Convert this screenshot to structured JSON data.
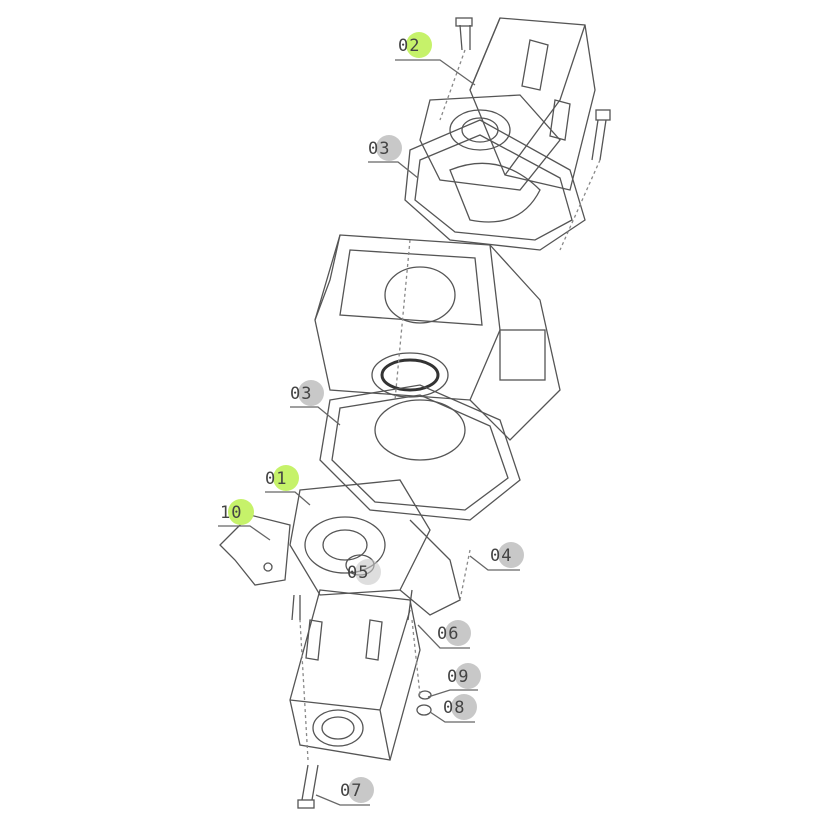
{
  "colors": {
    "highlight_green": "#c6f26a",
    "highlight_gray": "#c8c8c8",
    "line": "#555555"
  },
  "callouts": [
    {
      "id": "02",
      "style": "green"
    },
    {
      "id": "03",
      "style": "gray"
    },
    {
      "id": "03",
      "style": "gray"
    },
    {
      "id": "01",
      "style": "green"
    },
    {
      "id": "10",
      "style": "green"
    },
    {
      "id": "04",
      "style": "gray"
    },
    {
      "id": "05",
      "style": "gray"
    },
    {
      "id": "06",
      "style": "gray"
    },
    {
      "id": "09",
      "style": "gray"
    },
    {
      "id": "08",
      "style": "gray"
    },
    {
      "id": "07",
      "style": "gray"
    }
  ]
}
